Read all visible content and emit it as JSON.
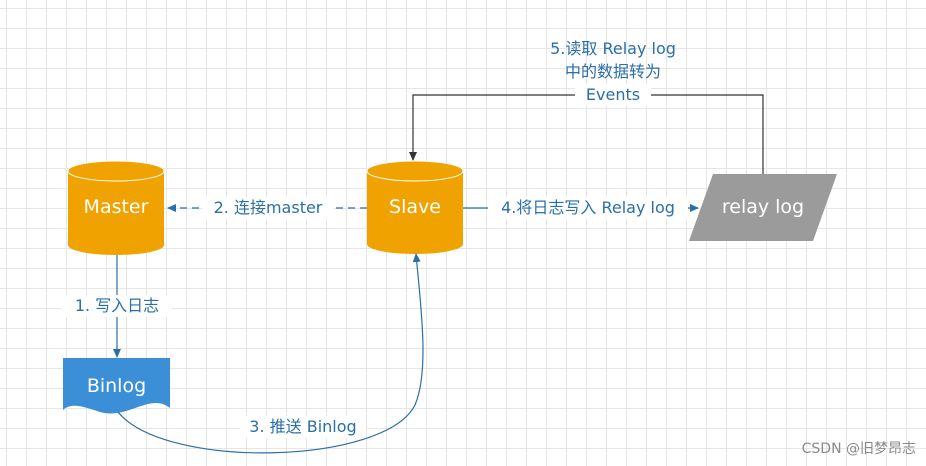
{
  "nodes": {
    "master": "Master",
    "slave": "Slave",
    "binlog": "Binlog",
    "relay_log": "relay log"
  },
  "edges": {
    "step1": "1. 写入日志",
    "step2": "2. 连接master",
    "step3": "3. 推送 Binlog",
    "step4": "4.将日志写入 Relay log",
    "step5_line1": "5.读取 Relay log",
    "step5_line2": "中的数据转为",
    "step5_line3": "Events"
  },
  "watermark": "CSDN @旧梦昂志",
  "colors": {
    "database_fill": "#f0a300",
    "document_fill": "#3a8fd6",
    "relay_fill": "#9b9b9b",
    "edge_stroke": "#2a6fa8",
    "step5_stroke": "#333333",
    "label_text": "#2a6fa8"
  }
}
